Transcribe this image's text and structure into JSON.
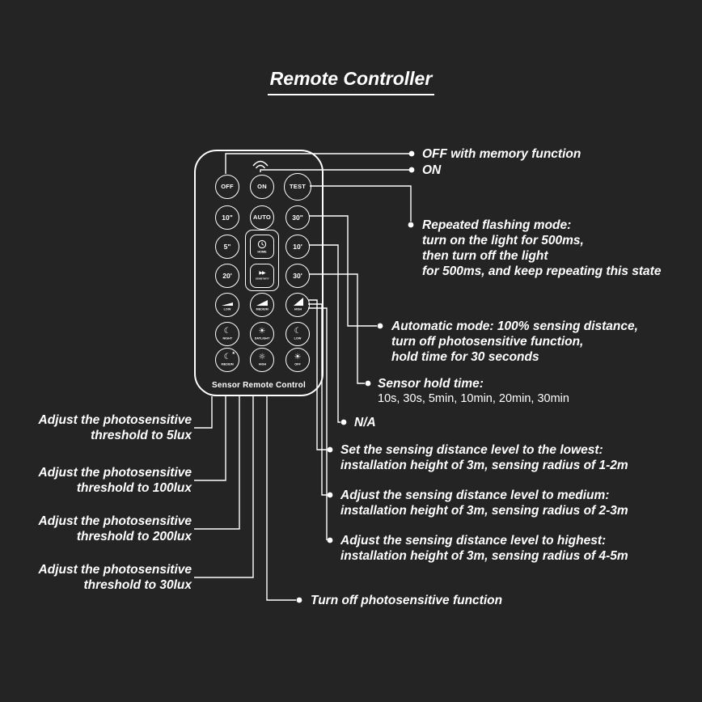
{
  "title": "Remote Controller",
  "colors": {
    "background": "#242424",
    "foreground": "#ffffff"
  },
  "icons": {
    "moon": "☾",
    "sun": "☀",
    "sun_outline": "☼",
    "star": "★",
    "fast_forward": "▶▶"
  },
  "remote": {
    "footer": "Sensor Remote Control",
    "buttons": {
      "off": {
        "label": "OFF"
      },
      "on": {
        "label": "ON"
      },
      "test": {
        "label": "TEST"
      },
      "t10s": {
        "label": "10\""
      },
      "auto": {
        "label": "AUTO"
      },
      "t30s": {
        "label": "30\""
      },
      "t5s": {
        "label": "5\""
      },
      "home": {
        "label": "HOME",
        "icon": "clock-icon"
      },
      "t10m": {
        "label": "10'"
      },
      "t20m": {
        "label": "20'"
      },
      "sensitivity": {
        "label": "SENSITIVITY",
        "icon": "fast-forward-icon"
      },
      "t30m": {
        "label": "30'"
      },
      "dist_low": {
        "label": "LOW",
        "icon": "ramp-low-icon"
      },
      "dist_medium": {
        "label": "MEDIUM",
        "icon": "ramp-medium-icon"
      },
      "dist_high": {
        "label": "HIGH",
        "icon": "ramp-high-icon"
      },
      "lux_night": {
        "label": "NIGHT",
        "icon": "moon-icon"
      },
      "lux_daylight": {
        "label": "DAYLIGHT",
        "icon": "sun-icon"
      },
      "lux_low": {
        "label": "LOW",
        "icon": "moon-icon"
      },
      "lux_medium": {
        "label": "MEDIUM",
        "icon": "moon-stars-icon"
      },
      "lux_high": {
        "label": "HIGH",
        "icon": "sun-rays-icon"
      },
      "lux_off": {
        "label": "OFF",
        "icon": "sun-icon"
      }
    }
  },
  "annotations": {
    "right": [
      {
        "id": "off-memory",
        "lines": [
          "OFF with memory function"
        ]
      },
      {
        "id": "on",
        "lines": [
          "ON"
        ]
      },
      {
        "id": "flashing",
        "lines": [
          "Repeated flashing mode:",
          "turn on the light for 500ms,",
          "then turn off the light",
          "for 500ms, and keep repeating this state"
        ]
      },
      {
        "id": "automatic",
        "lines": [
          "Automatic mode: 100% sensing distance,",
          "turn off photosensitive function,",
          "hold time for 30 seconds"
        ]
      },
      {
        "id": "hold-time",
        "title": "Sensor hold time:",
        "subtitle": "10s, 30s, 5min, 10min, 20min, 30min"
      },
      {
        "id": "na",
        "lines": [
          "N/A"
        ]
      },
      {
        "id": "distance-lowest",
        "lines": [
          "Set the sensing distance level to the lowest:",
          "installation height of 3m, sensing radius of 1-2m"
        ]
      },
      {
        "id": "distance-medium",
        "lines": [
          "Adjust the sensing distance level to medium:",
          "installation height of 3m, sensing radius of 2-3m"
        ]
      },
      {
        "id": "distance-highest",
        "lines": [
          "Adjust the sensing distance level to highest:",
          "installation height of 3m, sensing radius of 4-5m"
        ]
      },
      {
        "id": "photosensitive-off",
        "lines": [
          "Turn off photosensitive function"
        ]
      }
    ],
    "left": [
      {
        "id": "threshold-5lux",
        "lines": [
          "Adjust the photosensitive",
          "threshold to 5lux"
        ]
      },
      {
        "id": "threshold-100lux",
        "lines": [
          "Adjust the photosensitive",
          "threshold to 100lux"
        ]
      },
      {
        "id": "threshold-200lux",
        "lines": [
          "Adjust the photosensitive",
          "threshold to 200lux"
        ]
      },
      {
        "id": "threshold-30lux",
        "lines": [
          "Adjust the photosensitive",
          "threshold to 30lux"
        ]
      }
    ]
  }
}
